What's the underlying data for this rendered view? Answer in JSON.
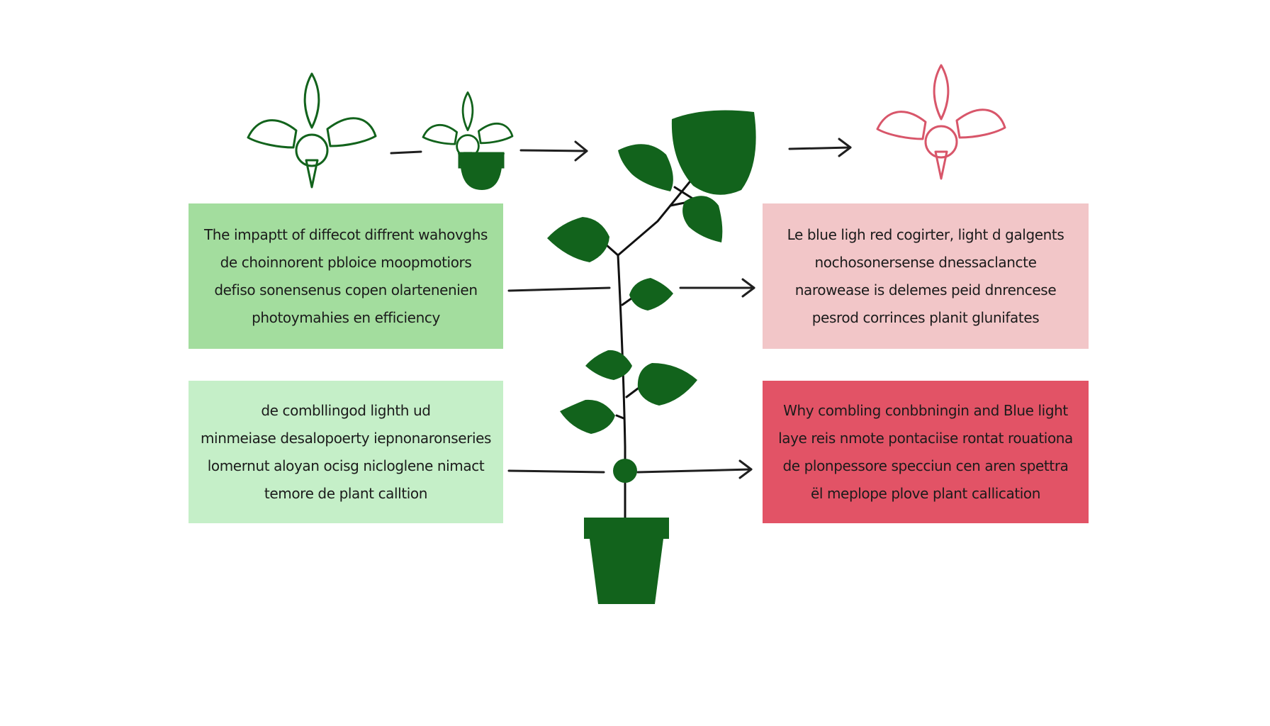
{
  "colors": {
    "background": "#ffffff",
    "plant_green": "#12631c",
    "flower_red": "#d8566a",
    "arrow": "#1f1f1f",
    "box_top_left": "#a3dd9e",
    "box_bottom_left": "#c5efc8",
    "box_top_right": "#f2c6c8",
    "box_bottom_right": "#e25366"
  },
  "icons": {
    "green_flower": "green-flower-outline-icon",
    "potted_seedling": "potted-seedling-icon",
    "pink_flower": "pink-flower-outline-icon",
    "central_plant": "potted-plant-icon"
  },
  "boxes": {
    "top_left": {
      "lines": [
        "The impaptt of diffecot diffrent wahovghs",
        "de choinnorent  pbloice moopmotiors",
        "defiso sonensenus copen olartenenien",
        "photoymahies en efficiency"
      ]
    },
    "bottom_left": {
      "lines": [
        "de combllingod lighth ud",
        "minmeiase desalopoerty iepnonaronseries",
        "lomernut aloyan ocisg nicloglene nimact",
        "temore de plant calltion"
      ]
    },
    "top_right": {
      "lines": [
        "Le blue ligh  red cogirter, light d galgents",
        "nochosonersense dnessaclancte",
        "narowease is delemes peid dnrencese",
        "pesrod corrinces planit glunifates"
      ]
    },
    "bottom_right": {
      "lines": [
        "Why combling conbbningin and Blue light",
        "laye reis nmote pontaciise rontat rouationa",
        "de plonpessore specciun cen aren spettra",
        "ël meplope plove plant callication"
      ]
    }
  }
}
